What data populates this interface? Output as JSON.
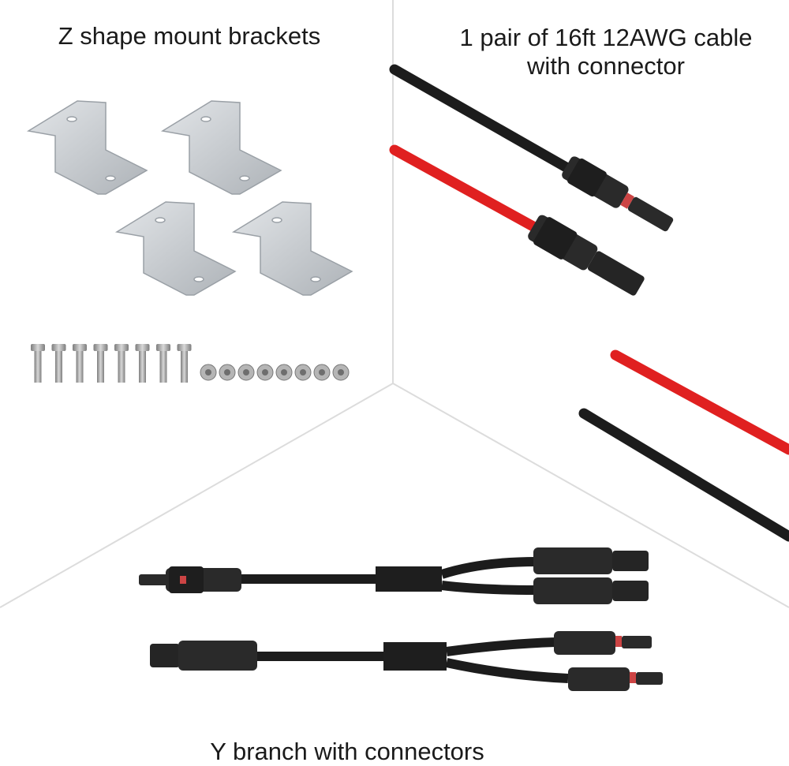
{
  "captions": {
    "brackets": "Z shape mount brackets",
    "cable_line1": "1 pair of 16ft  12AWG cable",
    "cable_line2": "with connector",
    "ybranch": "Y branch with  connectors"
  },
  "colors": {
    "background": "#ffffff",
    "divider": "#d9d9d9",
    "bracket": "#c8ccd0",
    "cable_black": "#1c1c1c",
    "cable_red": "#e02020",
    "connector": "#2a2a2a",
    "screw": "#9a9a9a"
  },
  "items": {
    "bracket_count": 4,
    "screw_count": 8,
    "nut_count": 8
  }
}
